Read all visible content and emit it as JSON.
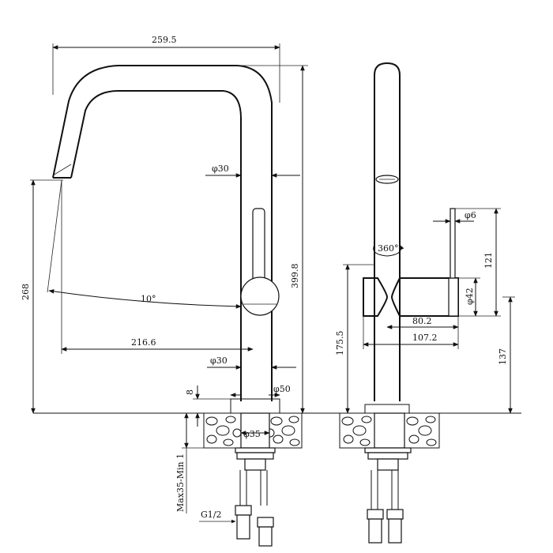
{
  "drawing": {
    "side_view_labels": {
      "overall_width": "259.5",
      "pipe_diameter_top": "φ30",
      "total_height": "399.8",
      "spout_height": "268",
      "angle": "10°",
      "reach": "216.6",
      "pipe_diameter_base": "φ30",
      "base_diameter": "φ50",
      "base_height": "8",
      "shank_diameter": "φ35",
      "max_thickness": "Max35-Min 1",
      "thread": "G1/2"
    },
    "front_view_labels": {
      "rotation": "360°",
      "handle_diameter": "φ6",
      "handle_height": "121",
      "body_diameter": "φ42",
      "lever_length": "80.2",
      "lever_total": "107.2",
      "body_height": "175.5",
      "handle_base_height": "137"
    }
  }
}
